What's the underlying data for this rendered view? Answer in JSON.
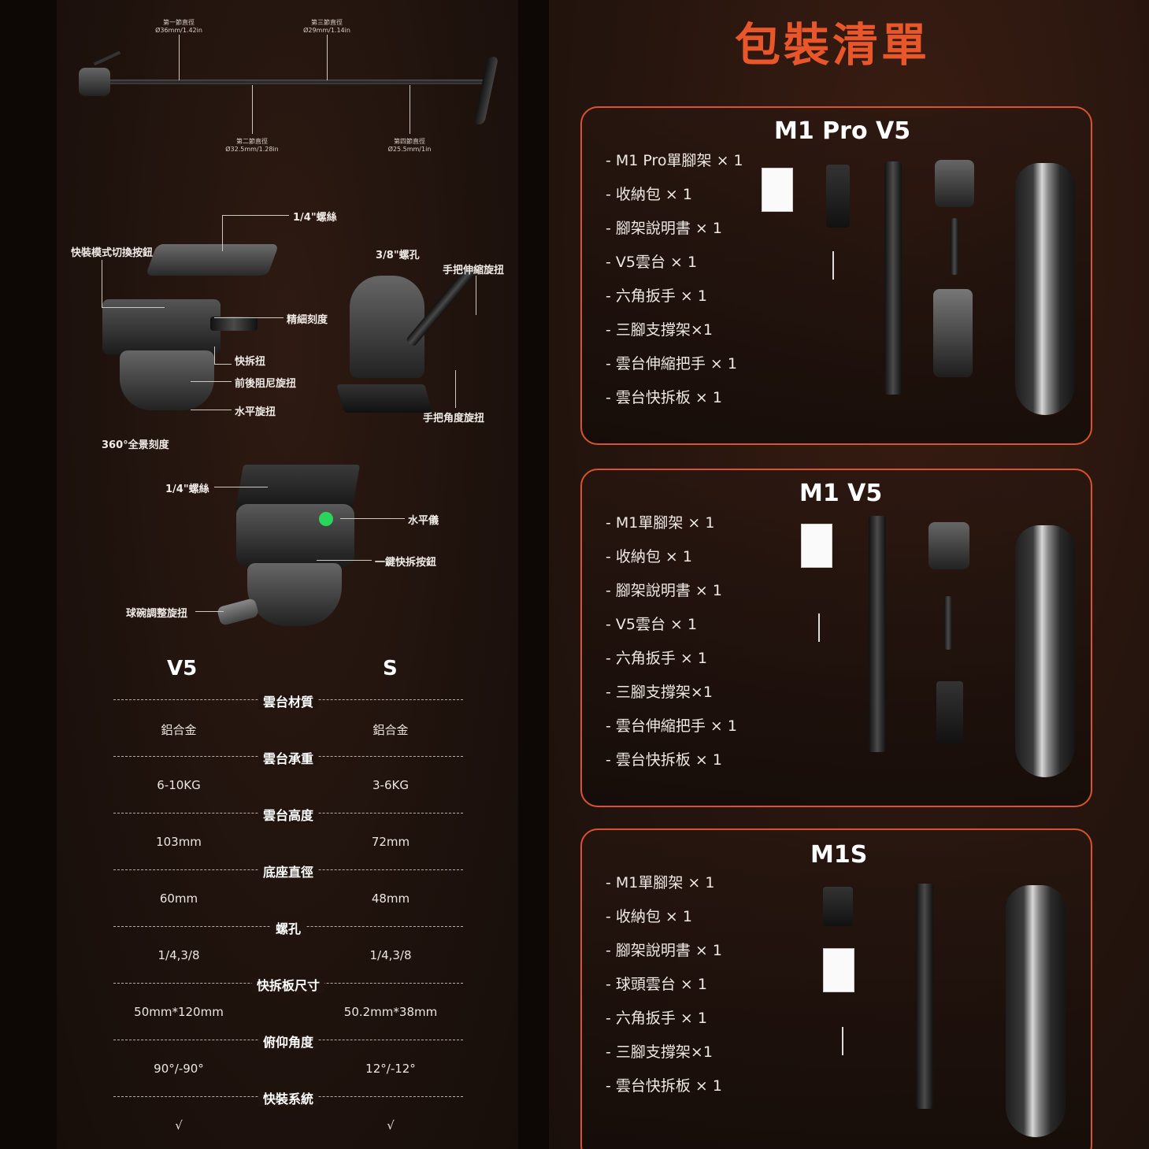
{
  "diagram": {
    "dim_labels": [
      {
        "name": "第一節直徑",
        "value": "Ø36mm/1.42in"
      },
      {
        "name": "第三節直徑",
        "value": "Ø29mm/1.14in"
      },
      {
        "name": "第二節直徑",
        "value": "Ø32.5mm/1.28in"
      },
      {
        "name": "第四節直徑",
        "value": "Ø25.5mm/1in"
      }
    ],
    "head_labels": [
      "1/4\"螺絲",
      "快裝模式切換按鈕",
      "3/8\"螺孔",
      "手把伸縮旋扭",
      "精細刻度",
      "快拆扭",
      "前後阻尼旋扭",
      "水平旋扭",
      "手把角度旋扭",
      "360°全景刻度"
    ],
    "ball_labels": [
      "1/4\"螺絲",
      "水平儀",
      "一鍵快拆按鈕",
      "球碗調整旋扭"
    ]
  },
  "spec": {
    "columns": [
      "V5",
      "S"
    ],
    "rows": [
      {
        "label": "雲台材質",
        "v5": "鋁合金",
        "s": "鋁合金"
      },
      {
        "label": "雲台承重",
        "v5": "6-10KG",
        "s": "3-6KG"
      },
      {
        "label": "雲台高度",
        "v5": "103mm",
        "s": "72mm"
      },
      {
        "label": "底座直徑",
        "v5": "60mm",
        "s": "48mm"
      },
      {
        "label": "螺孔",
        "v5": "1/4,3/8",
        "s": "1/4,3/8"
      },
      {
        "label": "快拆板尺寸",
        "v5": "50mm*120mm",
        "s": "50.2mm*38mm"
      },
      {
        "label": "俯仰角度",
        "v5": "90°/-90°",
        "s": "12°/-12°"
      },
      {
        "label": "快裝系統",
        "v5": "√",
        "s": "√"
      }
    ]
  },
  "packing": {
    "title": "包裝清單",
    "boxes": [
      {
        "title": "M1 Pro V5",
        "items": [
          "- M1 Pro單腳架 × 1",
          "- 收納包 × 1",
          "- 腳架說明書 × 1",
          "- V5雲台 × 1",
          "- 六角扳手 × 1",
          "- 三腳支撐架×1",
          "- 雲台伸縮把手 × 1",
          "- 雲台快拆板 × 1"
        ]
      },
      {
        "title": "M1 V5",
        "items": [
          "- M1單腳架 × 1",
          "- 收納包 × 1",
          "- 腳架說明書 × 1",
          "- V5雲台 × 1",
          "- 六角扳手 × 1",
          "- 三腳支撐架×1",
          "- 雲台伸縮把手 × 1",
          "- 雲台快拆板 × 1"
        ]
      },
      {
        "title": "M1S",
        "items": [
          "- M1單腳架 × 1",
          "- 收納包 × 1",
          "- 腳架說明書 × 1",
          "- 球頭雲台 × 1",
          "- 六角扳手 × 1",
          "- 三腳支撐架×1",
          "- 雲台快拆板 × 1"
        ]
      }
    ]
  }
}
